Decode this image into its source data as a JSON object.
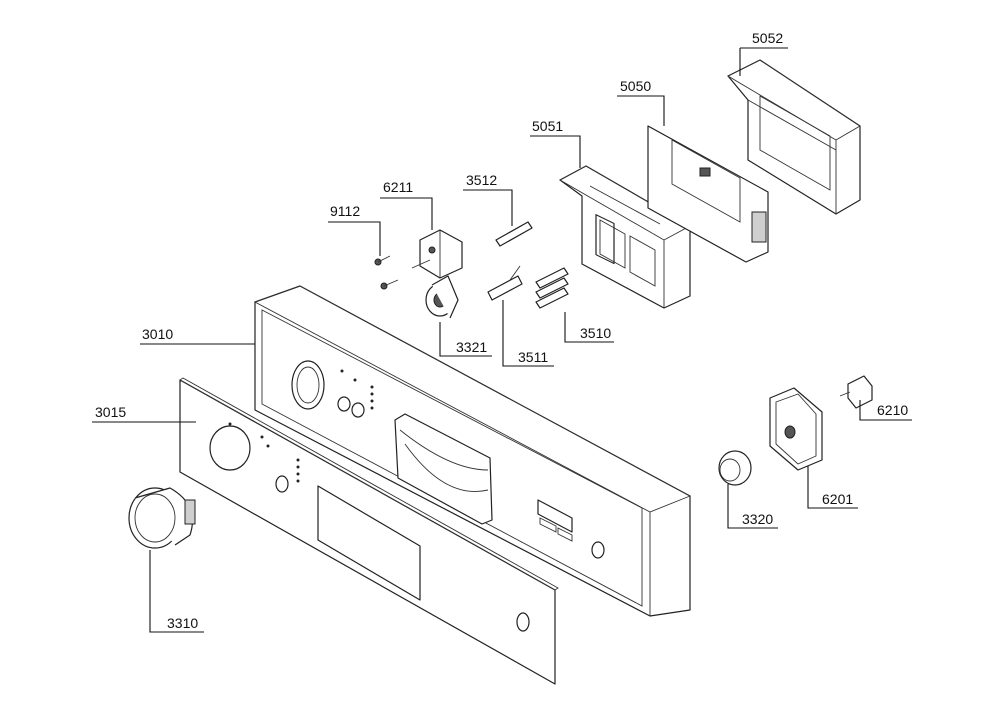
{
  "parts": [
    {
      "key": "p5052",
      "label": "5052"
    },
    {
      "key": "p5050",
      "label": "5050"
    },
    {
      "key": "p5051",
      "label": "5051"
    },
    {
      "key": "p3512",
      "label": "3512"
    },
    {
      "key": "p6211",
      "label": "6211"
    },
    {
      "key": "p9112",
      "label": "9112"
    },
    {
      "key": "p3010",
      "label": "3010"
    },
    {
      "key": "p3321",
      "label": "3321"
    },
    {
      "key": "p3511",
      "label": "3511"
    },
    {
      "key": "p3510",
      "label": "3510"
    },
    {
      "key": "p3015",
      "label": "3015"
    },
    {
      "key": "p6210",
      "label": "6210"
    },
    {
      "key": "p6201",
      "label": "6201"
    },
    {
      "key": "p3320",
      "label": "3320"
    },
    {
      "key": "p3310",
      "label": "3310"
    }
  ]
}
